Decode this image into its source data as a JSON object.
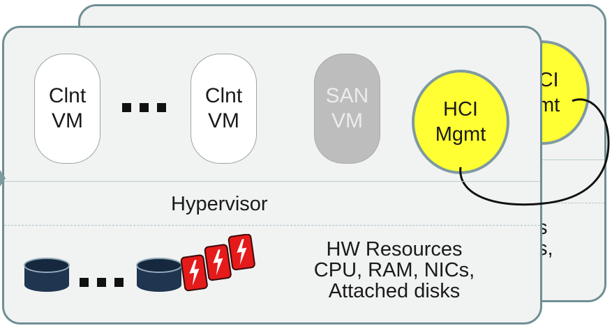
{
  "colors": {
    "node_border": "#6e8f94",
    "node_fill": "#f1f2f2",
    "mgmt_fill": "#ffff33",
    "san_fill": "#bdbdbd",
    "disk_fill": "#1f3550",
    "flash_fill": "#e51a1a"
  },
  "back_node": {
    "mgmt_label": "CI\nmt",
    "hw_partial": "s\ns,"
  },
  "front_node": {
    "vms": [
      {
        "label": "Clnt\nVM"
      },
      {
        "label": "Clnt\nVM"
      },
      {
        "label": "SAN\nVM"
      }
    ],
    "mgmt_label": "HCI\nMgmt",
    "hypervisor_label": "Hypervisor",
    "hw_label": "HW Resources\nCPU, RAM, NICs,\nAttached disks"
  },
  "icons": {
    "disk": "disk-drive-icon",
    "flash": "flash-drive-icon"
  }
}
